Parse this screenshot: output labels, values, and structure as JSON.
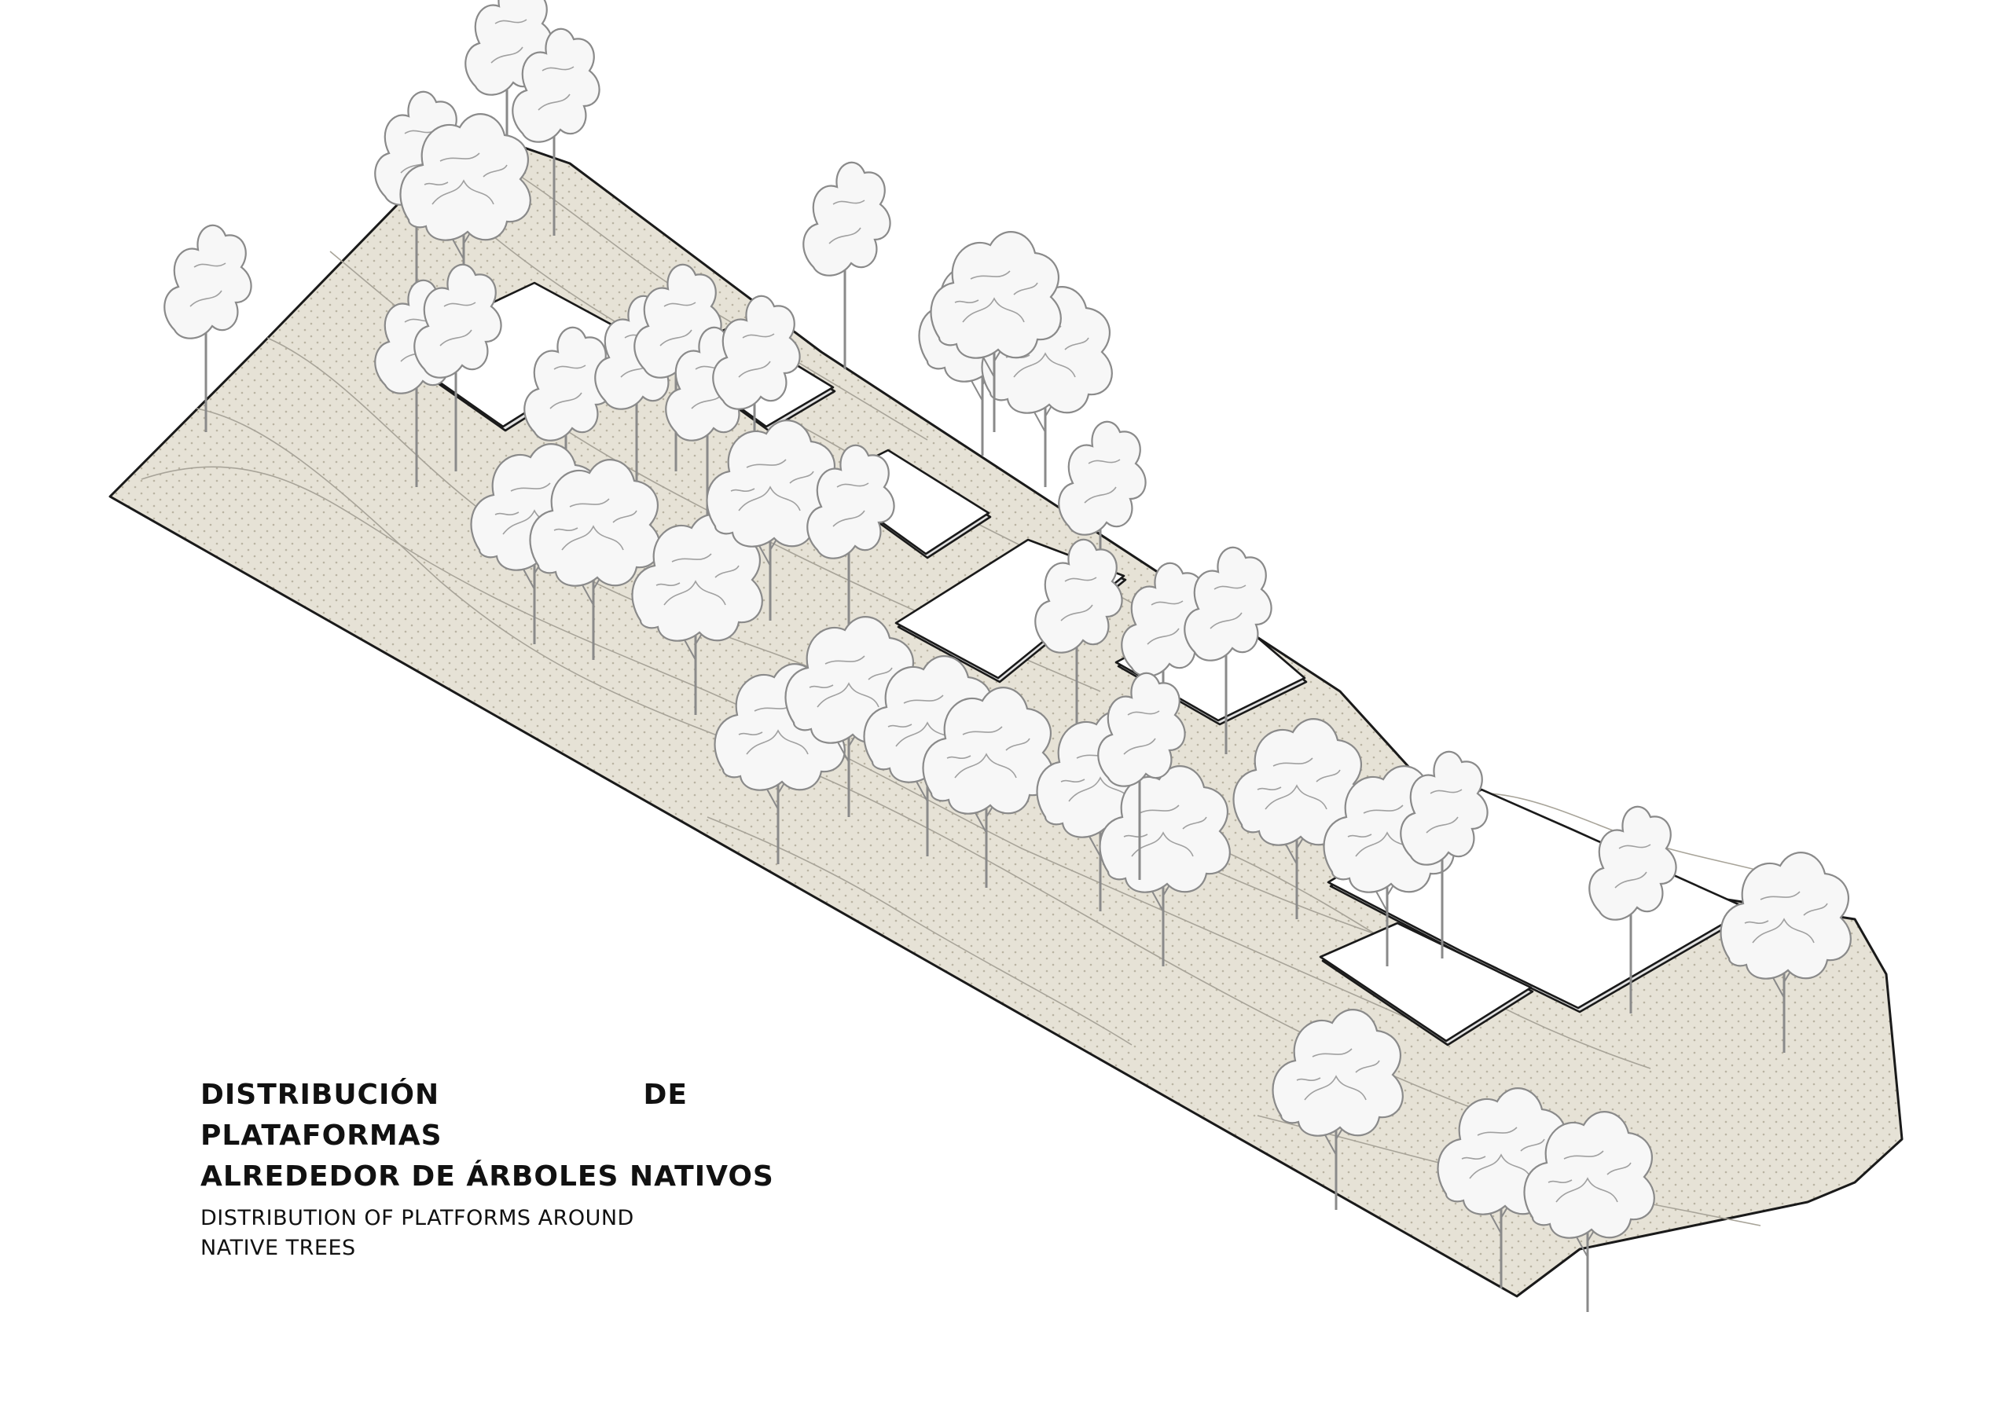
{
  "caption": {
    "title_line1": "DISTRIBUCIÓN DE PLATAFORMAS",
    "title_line2": "ALREDEDOR DE ÁRBOLES NATIVOS",
    "subtitle": "DISTRIBUTION OF PLATFORMS AROUND NATIVE TREES"
  },
  "colors": {
    "terrain": "#e6e2d6",
    "terrain_dots": "#b9b3a2",
    "outline": "#1a1a1a",
    "contour": "#a8a499",
    "platform": "#ffffff",
    "tree_fill": "#f7f7f7",
    "tree_stroke": "#8a8a8a"
  },
  "icons": [
    "native-tree-icon",
    "platform-icon"
  ]
}
